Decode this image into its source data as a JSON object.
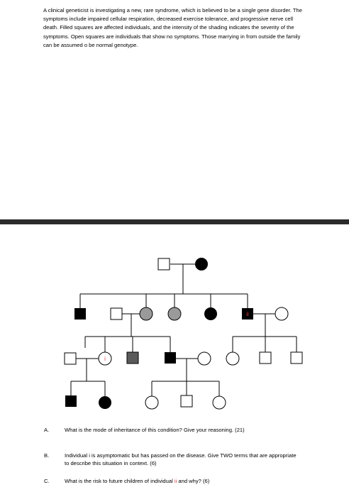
{
  "intro": {
    "text": "A clinical geneticist is investigating a new, rare syndrome, which is believed to be a single gene disorder. The symptoms include impaired cellular respiration, decreased exercise tolerance, and progressive nerve cell death. Filled squares are affected individuals, and the intensity of the shading indicates the severity of the symptoms. Open squares are individuals that show no symptoms. Those marrying in from outside the family can be assumed o be normal genotype."
  },
  "pedigree": {
    "label_i": "i",
    "label_ii": "ii",
    "colors": {
      "affected": "#000000",
      "intermediate": "#9a9a9a",
      "dark_grey": "#5a5a5a",
      "label_red": "#e0383b"
    }
  },
  "questions": [
    {
      "label": "A.",
      "text": "What is the mode of inheritance of this condition? Give your reasoning. (21)"
    },
    {
      "label": "B.",
      "text": "Individual i is asymptomatic but has passed on the disease.  Give TWO terms that are appropriate to describe this situation in context. (6)"
    },
    {
      "label": "C.",
      "text_before": "What is the risk to future children of individual ",
      "highlight": "ii",
      "text_after": " and why? (6)"
    }
  ]
}
